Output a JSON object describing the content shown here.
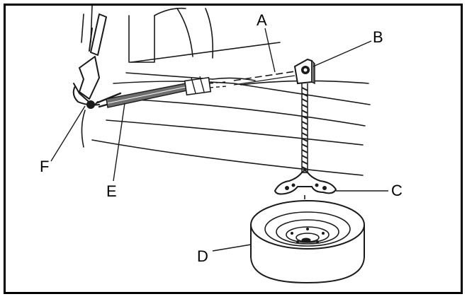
{
  "diagram": {
    "callouts": {
      "a": "A",
      "b": "B",
      "c": "C",
      "d": "D",
      "e": "E",
      "f": "F"
    },
    "colors": {
      "ink": "#1a1a1a",
      "shade": "#6e6e6e",
      "frame": "#000000",
      "background": "#ffffff"
    }
  }
}
